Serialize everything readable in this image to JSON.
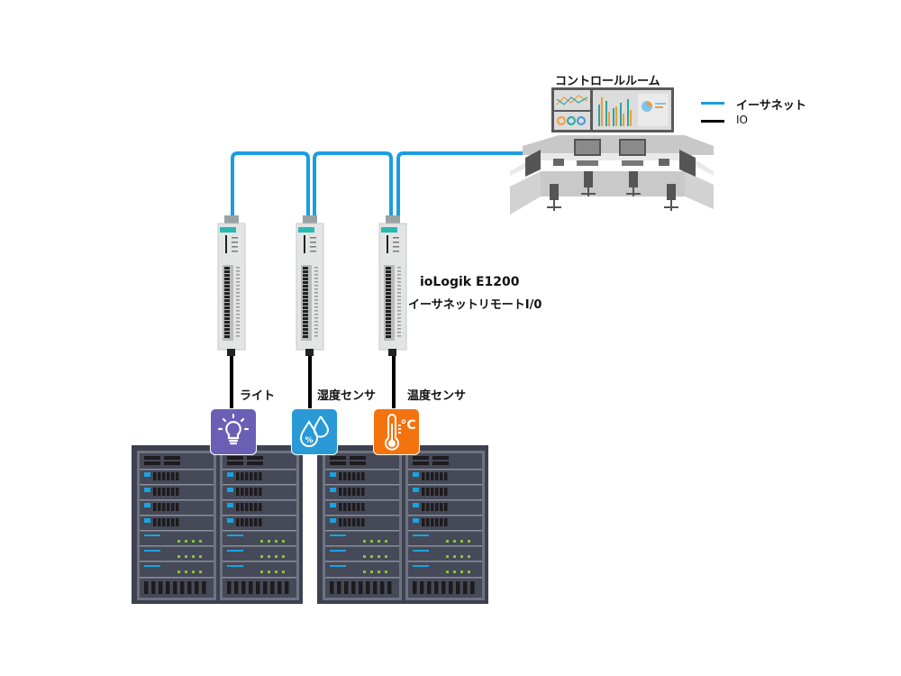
{
  "control_room": {
    "label": "コントロールルーム"
  },
  "legend": {
    "items": [
      {
        "label": "イーサネット",
        "color": "#1a9ee0"
      },
      {
        "label": "IO",
        "color": "#000000"
      }
    ]
  },
  "device": {
    "model": "ioLogik E1200",
    "description": "イーサネットリモートI/0"
  },
  "sensors": [
    {
      "label": "ライト",
      "icon": "light-bulb-icon",
      "color": "#6a5fb5"
    },
    {
      "label": "湿度センサ",
      "icon": "humidity-drops-icon",
      "color": "#2a9ad6"
    },
    {
      "label": "温度センサ",
      "icon": "thermometer-icon",
      "color": "#f5730f"
    }
  ],
  "colors": {
    "ethernet": "#1a9ee0",
    "io": "#000000",
    "module_accent": "#2bb9b2",
    "rack_body": "#3e4150"
  }
}
